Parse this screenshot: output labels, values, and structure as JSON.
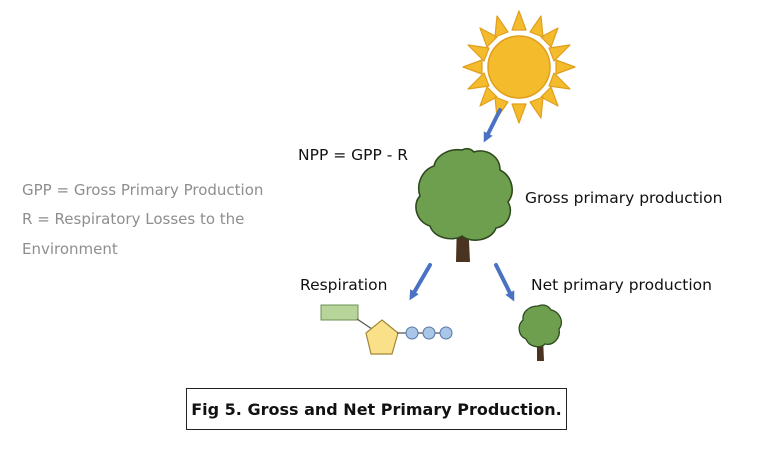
{
  "legend": {
    "line1": "GPP = Gross Primary Production",
    "line2": "R = Respiratory Losses to the",
    "line3": "Environment"
  },
  "labels": {
    "equation": "NPP = GPP - R",
    "gross": "Gross primary production",
    "respiration": "Respiration",
    "net": "Net primary production"
  },
  "caption": "Fig 5. Gross and Net Primary Production.",
  "colors": {
    "sun_fill": "#f4bb2c",
    "sun_stroke": "#e09f1c",
    "tree_foliage": "#6e9f4f",
    "tree_foliage_stroke": "#2f4a1f",
    "trunk": "#4a3320",
    "arrow": "#4a72c4",
    "atp_rect": "#b7d49b",
    "atp_pentagon": "#fbe08a",
    "atp_circles": "#a9c6e8"
  },
  "icons": [
    "sun-icon",
    "large-tree-icon",
    "small-tree-icon",
    "atp-molecule-icon",
    "arrow-down-icon"
  ]
}
